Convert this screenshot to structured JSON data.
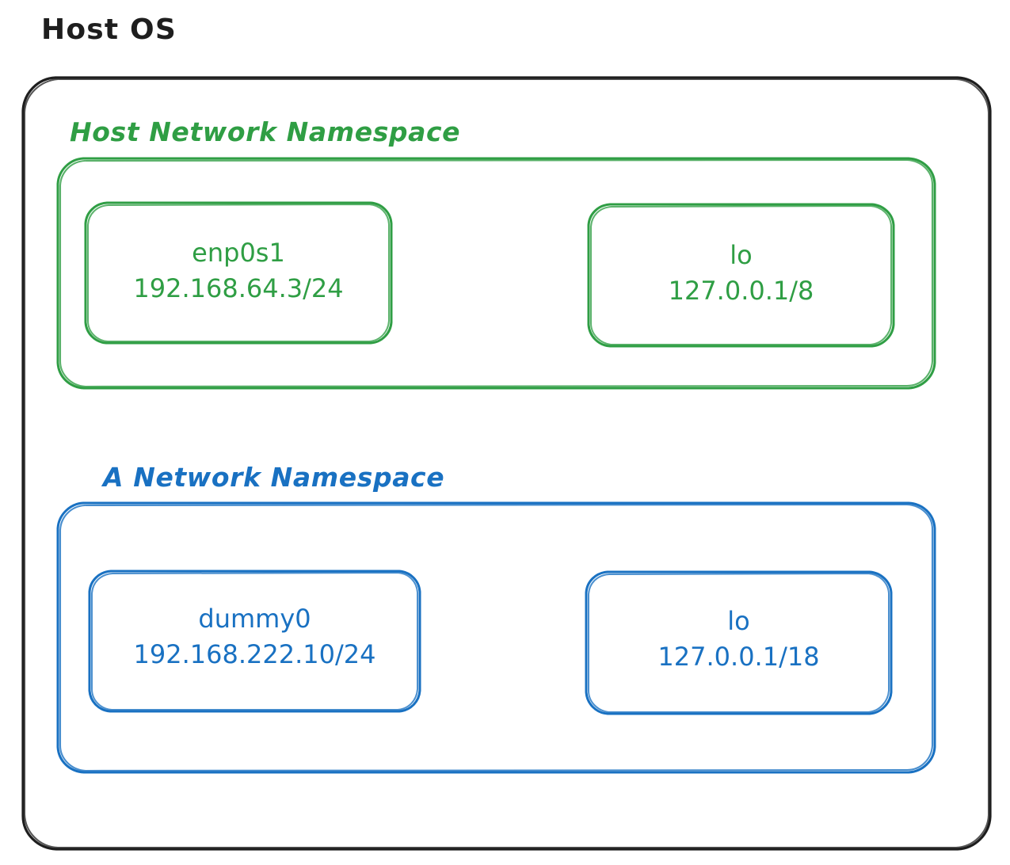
{
  "diagram": {
    "title": "Host OS",
    "style": "hand-drawn",
    "background": "#ffffff"
  },
  "colors": {
    "outline": "#1e1e1e",
    "host_namespace": "#2f9e44",
    "a_namespace": "#1971c2"
  },
  "namespaces": [
    {
      "id": "host-network-namespace",
      "title": "Host Network Namespace",
      "color": "#2f9e44",
      "interfaces": [
        {
          "id": "enp0s1",
          "name": "enp0s1",
          "address": "192.168.64.3/24"
        },
        {
          "id": "lo-host",
          "name": "lo",
          "address": "127.0.0.1/8"
        }
      ]
    },
    {
      "id": "a-network-namespace",
      "title": "A Network Namespace",
      "color": "#1971c2",
      "interfaces": [
        {
          "id": "dummy0",
          "name": "dummy0",
          "address": "192.168.222.10/24"
        },
        {
          "id": "lo-ns",
          "name": "lo",
          "address": "127.0.0.1/18"
        }
      ]
    }
  ]
}
